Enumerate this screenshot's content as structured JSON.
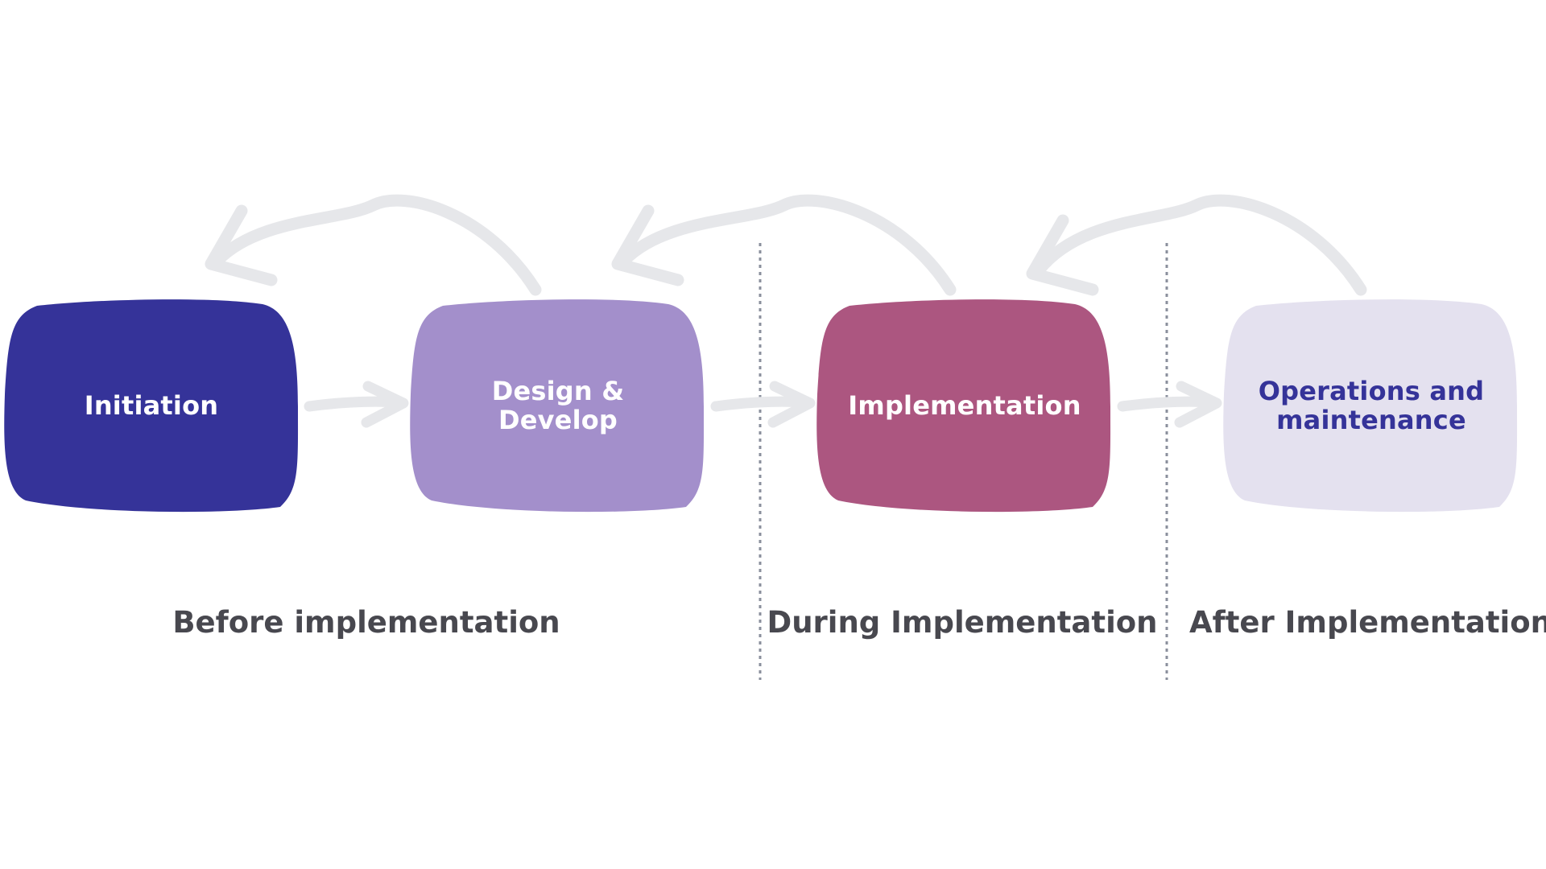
{
  "stages": [
    {
      "id": "initiation",
      "label": "Initiation",
      "fill": "#353399",
      "text_color": "#ffffff"
    },
    {
      "id": "design-develop",
      "label": "Design  & Develop",
      "fill": "#a38fcb",
      "text_color": "#ffffff"
    },
    {
      "id": "implementation",
      "label": "Implementation",
      "fill": "#ac5680",
      "text_color": "#ffffff"
    },
    {
      "id": "operations",
      "label": "Operations and maintenance",
      "fill": "#e4e1ef",
      "text_color": "#353399"
    }
  ],
  "phases": [
    {
      "label": "Before implementation"
    },
    {
      "label": "During Implementation"
    },
    {
      "label": "After Implementation"
    }
  ],
  "arrow_color": "#e6e7ea",
  "divider_color": "#8a8f9c"
}
